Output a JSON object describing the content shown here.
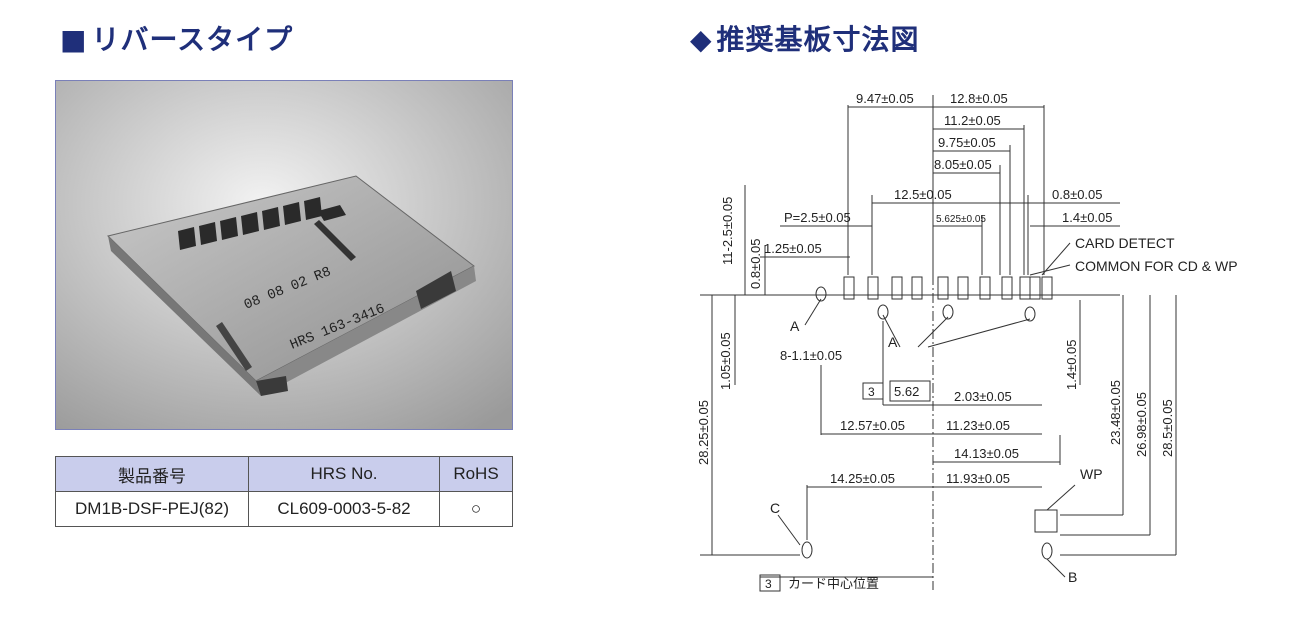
{
  "left": {
    "title_marker": "■",
    "title": "リバースタイプ",
    "photo_marking": {
      "line1": "08 08 02 R8",
      "line2": "HRS 163-3416"
    },
    "table": {
      "headers": [
        "製品番号",
        "HRS No.",
        "RoHS"
      ],
      "row": {
        "part": "DM1B-DSF-PEJ(82)",
        "hrs": "CL609-0003-5-82",
        "rohs": "○"
      }
    }
  },
  "right": {
    "title_marker": "◆",
    "title": "推奨基板寸法図",
    "dims": {
      "d1": "9.47±0.05",
      "d2": "12.8±0.05",
      "d3": "11.2±0.05",
      "d4": "9.75±0.05",
      "d5": "8.05±0.05",
      "d6": "12.5±0.05",
      "d7": "0.8±0.05",
      "d8": "P=2.5±0.05",
      "d9": "5.625±0.05",
      "d10": "1.4±0.05",
      "d11": "1.25±0.05",
      "d12": "8-1.1±0.05",
      "d13": "5.62",
      "d14": "2.03±0.05",
      "d15": "12.57±0.05",
      "d16": "11.23±0.05",
      "d17": "14.13±0.05",
      "d18": "14.25±0.05",
      "d19": "11.93±0.05",
      "v1": "11-2.5±0.05",
      "v2": "0.8±0.05",
      "v3": "1.05±0.05",
      "v4": "28.25±0.05",
      "v5": "1.4±0.05",
      "v6": "23.48±0.05",
      "v7": "26.98±0.05",
      "v8": "28.5±0.05"
    },
    "labels": {
      "card_detect": "CARD DETECT",
      "common": "COMMON FOR CD & WP",
      "a": "A",
      "b": "B",
      "c": "C",
      "wp": "WP",
      "note_num": "3",
      "note_num2": "3",
      "card_center": "カード中心位置"
    }
  }
}
